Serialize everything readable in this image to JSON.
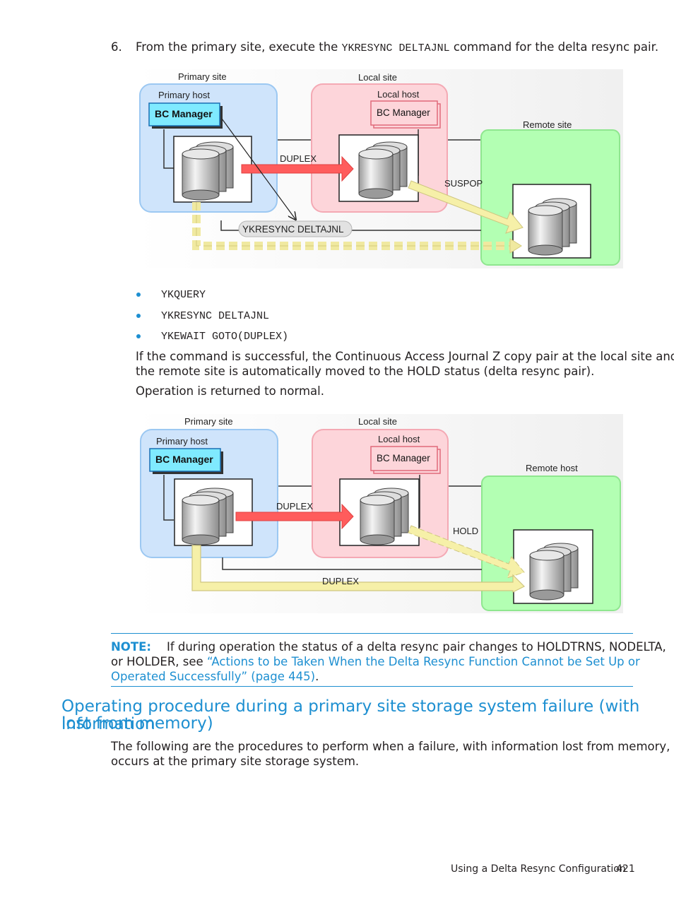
{
  "step": {
    "number": "6.",
    "text_before": "From the primary site, execute the ",
    "command": "YKRESYNC DELTAJNL",
    "text_after": " command for the delta resync pair."
  },
  "diagram1": {
    "primary_site": "Primary site",
    "primary_host": "Primary host",
    "bc_manager_primary": "BC Manager",
    "local_site": "Local site",
    "local_host": "Local host",
    "bc_manager_local": "BC Manager",
    "remote_site": "Remote site",
    "duplex_label": "DUPLEX",
    "suspop_label": "SUSPOP",
    "command_bubble": "YKRESYNC DELTAJNL"
  },
  "bullets": [
    "YKQUERY",
    "YKRESYNC DELTAJNL",
    "YKEWAIT GOTO(DUPLEX)"
  ],
  "result_para": {
    "line1": "If the command is successful, the Continuous Access Journal Z copy pair at the local site and",
    "line2": "the remote site is automatically moved to the HOLD status (delta resync pair)."
  },
  "operation_text": "Operation is returned to normal.",
  "diagram2": {
    "primary_site": "Primary site",
    "primary_host": "Primary host",
    "bc_manager_primary": "BC Manager",
    "local_site": "Local site",
    "local_host": "Local host",
    "bc_manager_local": "BC Manager",
    "remote_host": "Remote host",
    "duplex_label_top": "DUPLEX",
    "hold_label": "HOLD",
    "duplex_label_bottom": "DUPLEX"
  },
  "note": {
    "label": "NOTE:",
    "text1": "If during operation the status of a delta resync pair changes to HOLDTRNS, NODELTA,",
    "text2_before": "or HOLDER, see ",
    "link_part1": "“Actions to be Taken When the Delta Resync Function Cannot be Set Up or",
    "link_part2": "Operated Successfully” (page 445)",
    "text_end": "."
  },
  "section": {
    "heading_line1": "Operating procedure during a primary site storage system failure (with information",
    "heading_line2": "lost from memory)",
    "para_line1": "The following are the procedures to perform when a failure, with information lost from memory,",
    "para_line2": "occurs at the primary site storage system."
  },
  "footer": {
    "title": "Using a Delta Resync Configuration",
    "page": "421"
  },
  "colors": {
    "accent_blue": "#1d8fd1",
    "primary_site_fill": "#cfe4fb",
    "local_site_fill": "#fdd5da",
    "remote_site_fill": "#b3ffb3",
    "bc_manager_fill": "#7feaff",
    "duplex_arrow": "#ff5c5c",
    "pending_arrow": "#f6f0a8"
  }
}
